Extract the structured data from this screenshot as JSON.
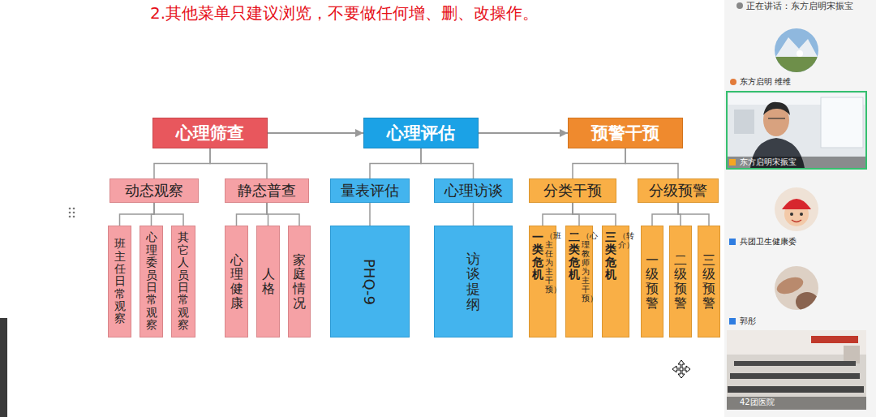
{
  "diagram": {
    "nodes": [
      {
        "text": [
          "心理筛查"
        ]
      },
      {
        "text": [
          "心理评估"
        ]
      },
      {
        "text": [
          "预警干预"
        ]
      },
      {
        "text": [
          "动态观察"
        ]
      },
      {
        "text": [
          "静态普查"
        ]
      },
      {
        "text": [
          "量表评估"
        ]
      },
      {
        "text": [
          "心理访谈"
        ]
      },
      {
        "text": [
          "分类干预"
        ]
      },
      {
        "text": [
          "分级预警"
        ]
      },
      {
        "text": [
          "班主任日常观察"
        ]
      },
      {
        "text": [
          "心理委员日常观察"
        ]
      },
      {
        "text": [
          "其它人员日常观察"
        ]
      },
      {
        "text": [
          "心理健康"
        ]
      },
      {
        "text": [
          "人格"
        ]
      },
      {
        "text": [
          "家庭情况"
        ]
      },
      {
        "text": [
          "PHQ-9"
        ]
      },
      {
        "text": [
          "访谈提纲"
        ]
      },
      {
        "text": [
          "一类危机",
          "（班主任为主干预）"
        ]
      },
      {
        "text": [
          "二类危机",
          "（心理教师为主干预）"
        ]
      },
      {
        "text": [
          "三类危机",
          "（转介）"
        ]
      },
      {
        "text": [
          "一级预警"
        ]
      },
      {
        "text": [
          "二级预警"
        ]
      },
      {
        "text": [
          "三级预警"
        ]
      }
    ],
    "edges": [
      {
        "from": 0,
        "to": 1,
        "arrow": "to"
      },
      {
        "from": 1,
        "to": 2,
        "arrow": "to"
      },
      {
        "from": 0,
        "to": 3,
        "arrow": "none"
      },
      {
        "from": 0,
        "to": 4,
        "arrow": "none"
      },
      {
        "from": 1,
        "to": 5,
        "arrow": "none"
      },
      {
        "from": 1,
        "to": 6,
        "arrow": "none"
      },
      {
        "from": 2,
        "to": 7,
        "arrow": "none"
      },
      {
        "from": 2,
        "to": 8,
        "arrow": "none"
      },
      {
        "from": 3,
        "to": 9,
        "arrow": "none"
      },
      {
        "from": 3,
        "to": 10,
        "arrow": "none"
      },
      {
        "from": 3,
        "to": 11,
        "arrow": "none"
      },
      {
        "from": 4,
        "to": 12,
        "arrow": "none"
      },
      {
        "from": 4,
        "to": 13,
        "arrow": "none"
      },
      {
        "from": 4,
        "to": 14,
        "arrow": "none"
      },
      {
        "from": 5,
        "to": 15,
        "arrow": "none"
      },
      {
        "from": 6,
        "to": 16,
        "arrow": "none"
      },
      {
        "from": 7,
        "to": 17,
        "arrow": "none"
      },
      {
        "from": 7,
        "to": 18,
        "arrow": "none"
      },
      {
        "from": 7,
        "to": 19,
        "arrow": "none"
      },
      {
        "from": 8,
        "to": 20,
        "arrow": "none"
      },
      {
        "from": 8,
        "to": 21,
        "arrow": "none"
      },
      {
        "from": 8,
        "to": 22,
        "arrow": "none"
      }
    ],
    "labels": [
      "2.其他菜单只建议浏览，不要做任何增、删、改操作。",
      "正在讲话：东方启明宋振宝",
      "东方启明 维维",
      "东方启明宋振宝",
      "兵团卫生健康委",
      "郭彤",
      "42团医院"
    ]
  }
}
